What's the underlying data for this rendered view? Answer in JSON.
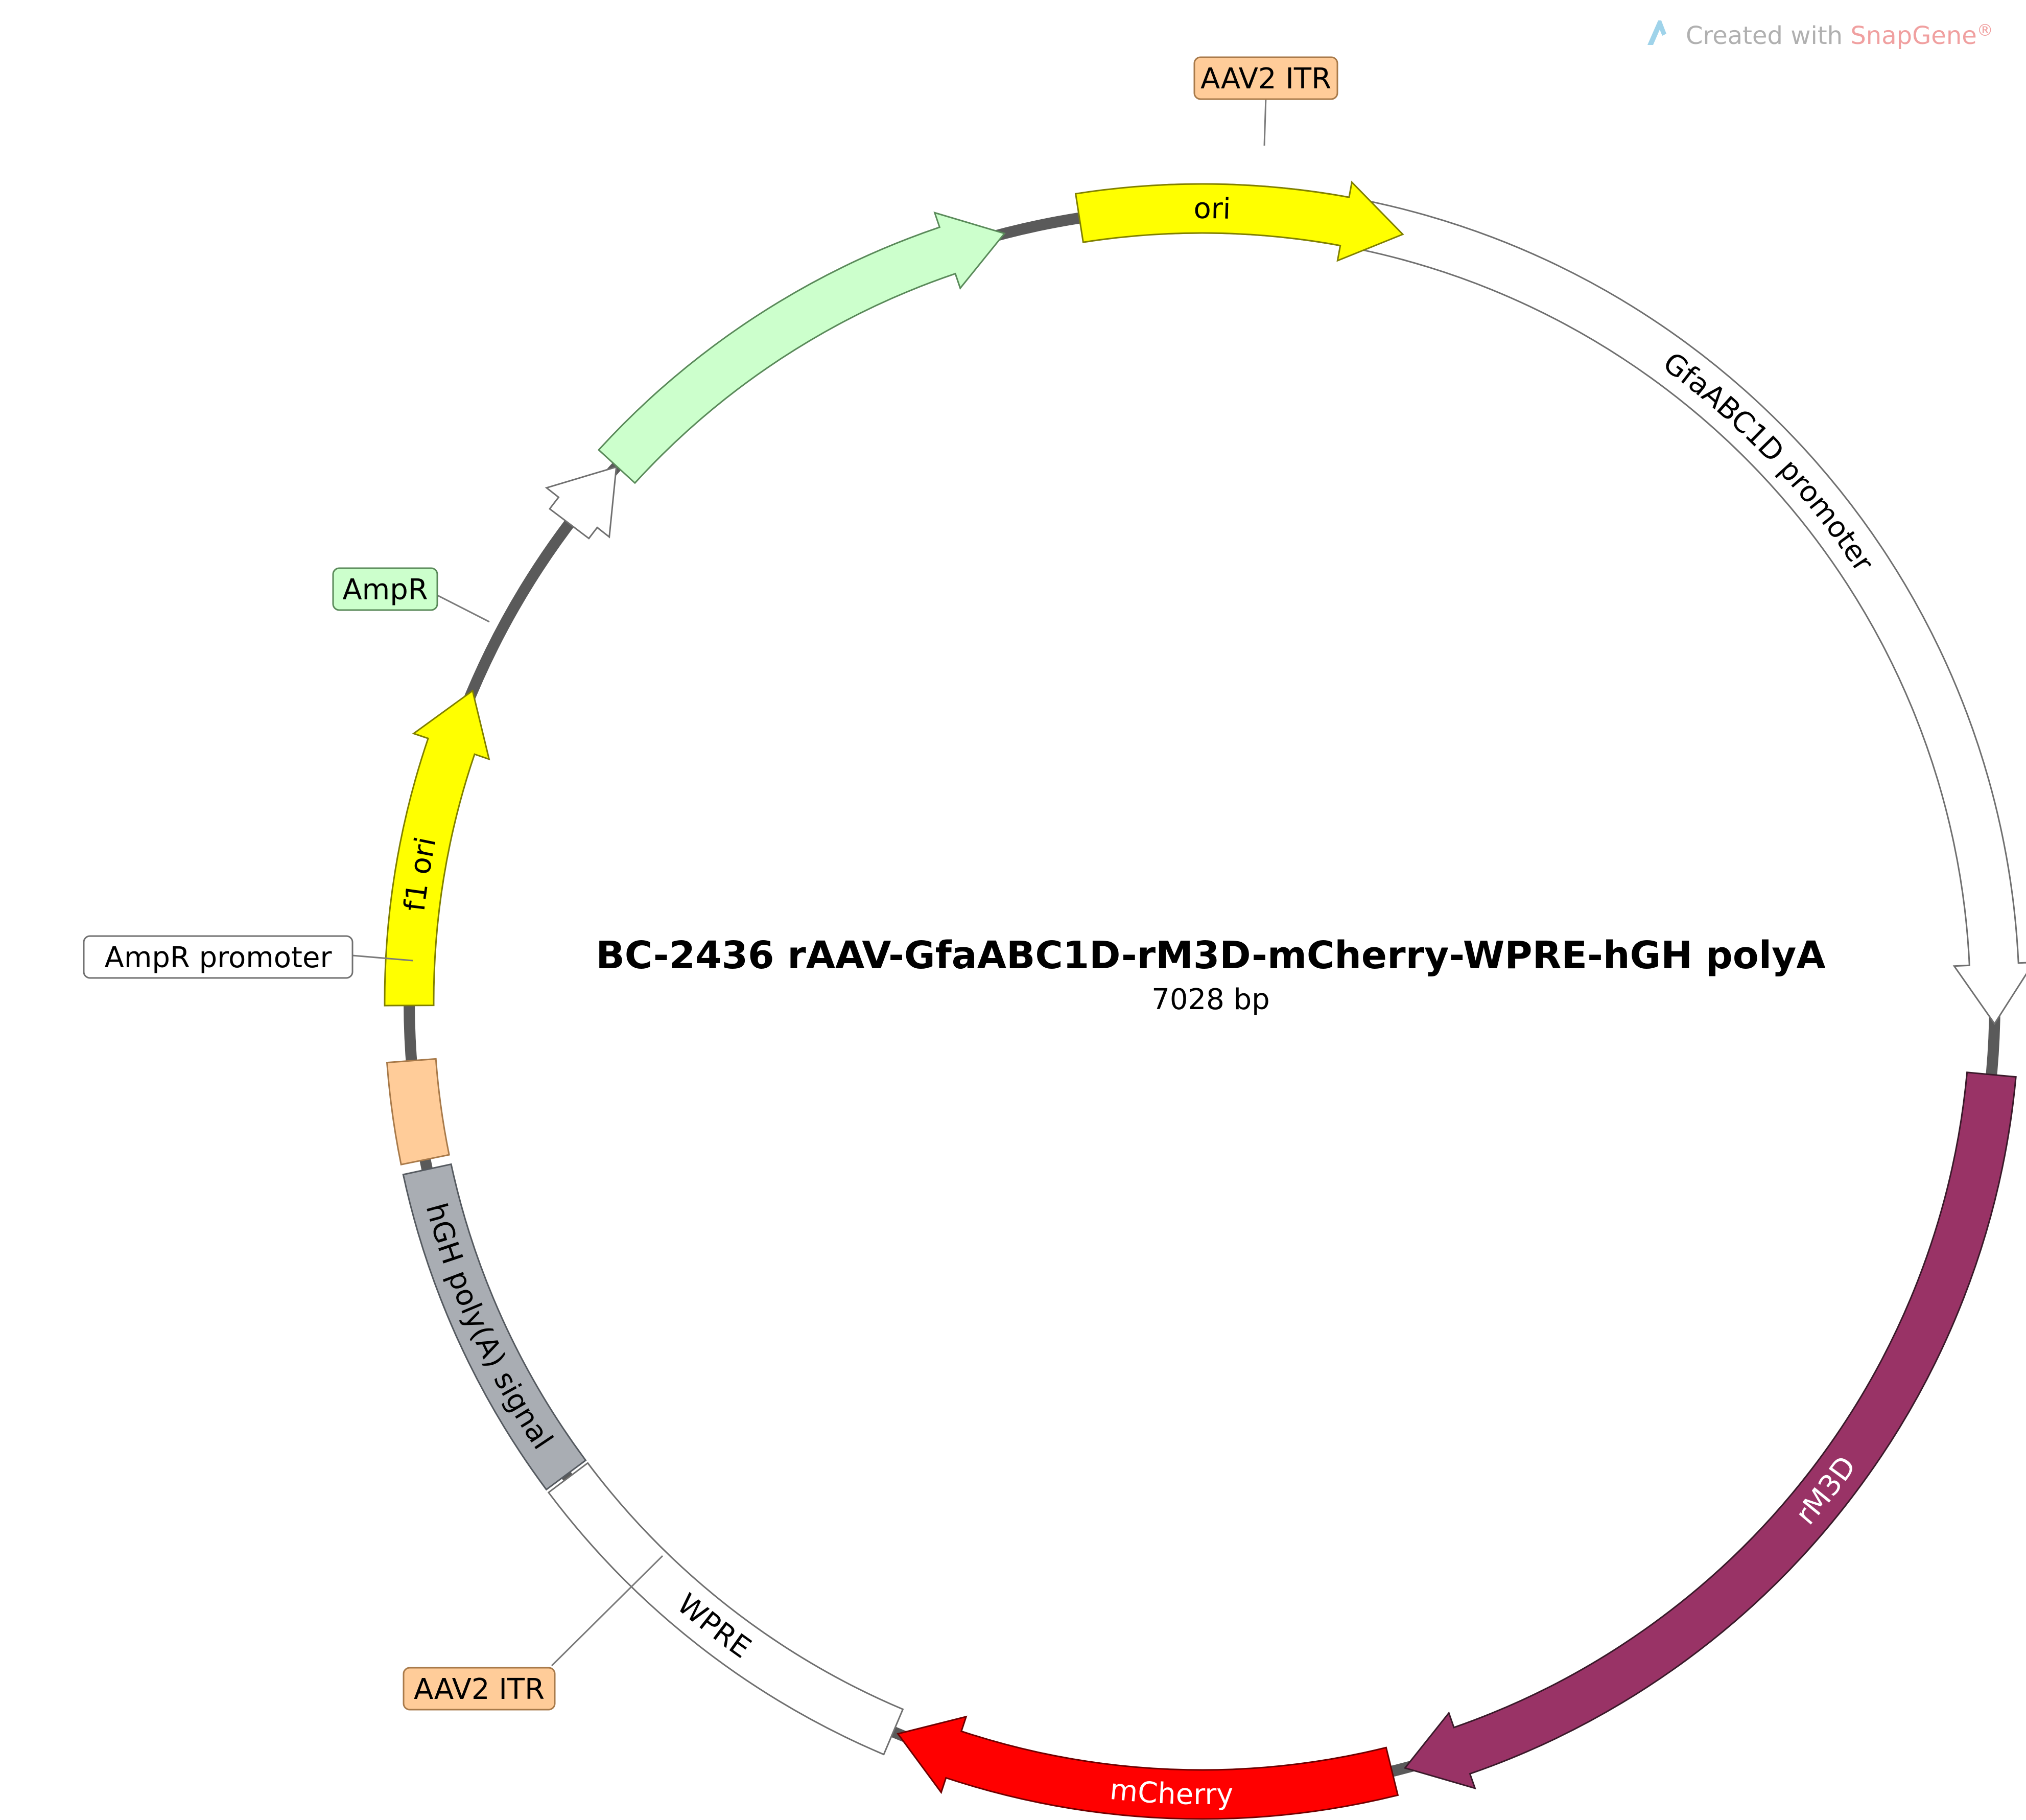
{
  "watermark": {
    "prefix": "Created with ",
    "brand": "SnapGene",
    "mark": "®",
    "colors": {
      "prefix": "#b0b0b0",
      "brand": "#f0a0a0",
      "icon": "#9fd3ea"
    }
  },
  "plasmid": {
    "name": "BC-2436 rAAV-GfaABC1D-rM3D-mCherry-WPRE-hGH polyA",
    "size_label": "7028 bp",
    "total_bp": 7028,
    "backbone_color": "#5a5a5a"
  },
  "features": [
    {
      "id": "aav2-itr-top",
      "label": "AAV2 ITR",
      "start": 0,
      "end": 145,
      "direction": "none",
      "fill": "#ffcc99",
      "stroke": "#a87a4a",
      "label_mode": "callout",
      "text_color": "#000000"
    },
    {
      "id": "gfaabc1d-promoter",
      "label": "GfaABC1D promoter",
      "start": 162,
      "end": 1843,
      "direction": "forward",
      "fill": "#ffffff",
      "stroke": "#707070",
      "label_mode": "inside",
      "text_color": "#000000"
    },
    {
      "id": "rm3d",
      "label": "rM3D",
      "start": 1915,
      "end": 3279,
      "direction": "forward",
      "fill": "#993366",
      "stroke": "#3a1a2a",
      "label_mode": "inside",
      "text_color": "#ffffff"
    },
    {
      "id": "mcherry",
      "label": "mCherry",
      "start": 3298,
      "end": 4009,
      "direction": "forward",
      "fill": "#ff0000",
      "stroke": "#700000",
      "label_mode": "inside",
      "text_color": "#ffffff"
    },
    {
      "id": "wpre",
      "label": "WPRE",
      "start": 4016,
      "end": 4605,
      "direction": "none",
      "fill": "#ffffff",
      "stroke": "#707070",
      "label_mode": "inside",
      "text_color": "#000000"
    },
    {
      "id": "hgh-polya",
      "label": "hGH poly(A) signal",
      "start": 4610,
      "end": 5087,
      "direction": "none",
      "fill": "#a9adb3",
      "stroke": "#555a60",
      "label_mode": "inside",
      "text_color": "#000000"
    },
    {
      "id": "aav2-itr-bottom",
      "label": "AAV2 ITR",
      "start": 5101,
      "end": 5242,
      "direction": "none",
      "fill": "#ffcc99",
      "stroke": "#a87a4a",
      "label_mode": "callout",
      "text_color": "#000000"
    },
    {
      "id": "f1-ori",
      "label": "f1 ori",
      "start": 5320,
      "end": 5776,
      "direction": "forward",
      "fill": "#ffff00",
      "stroke": "#808000",
      "label_mode": "inside",
      "text_color": "#000000"
    },
    {
      "id": "ampr-promoter",
      "label": "AmpR promoter",
      "start": 6049,
      "end": 6153,
      "direction": "forward",
      "fill": "#ffffff",
      "stroke": "#707070",
      "label_mode": "callout",
      "text_color": "#000000"
    },
    {
      "id": "ampr",
      "label": "AmpR",
      "start": 6154,
      "end": 6801,
      "direction": "forward",
      "fill": "#ccffcc",
      "stroke": "#5a8a5a",
      "label_mode": "callout",
      "text_color": "#000000"
    },
    {
      "id": "ori",
      "label": "ori",
      "start": 6909,
      "end": 7369,
      "direction": "forward",
      "fill": "#ffff00",
      "stroke": "#808000",
      "label_mode": "inside",
      "text_color": "#000000"
    }
  ]
}
